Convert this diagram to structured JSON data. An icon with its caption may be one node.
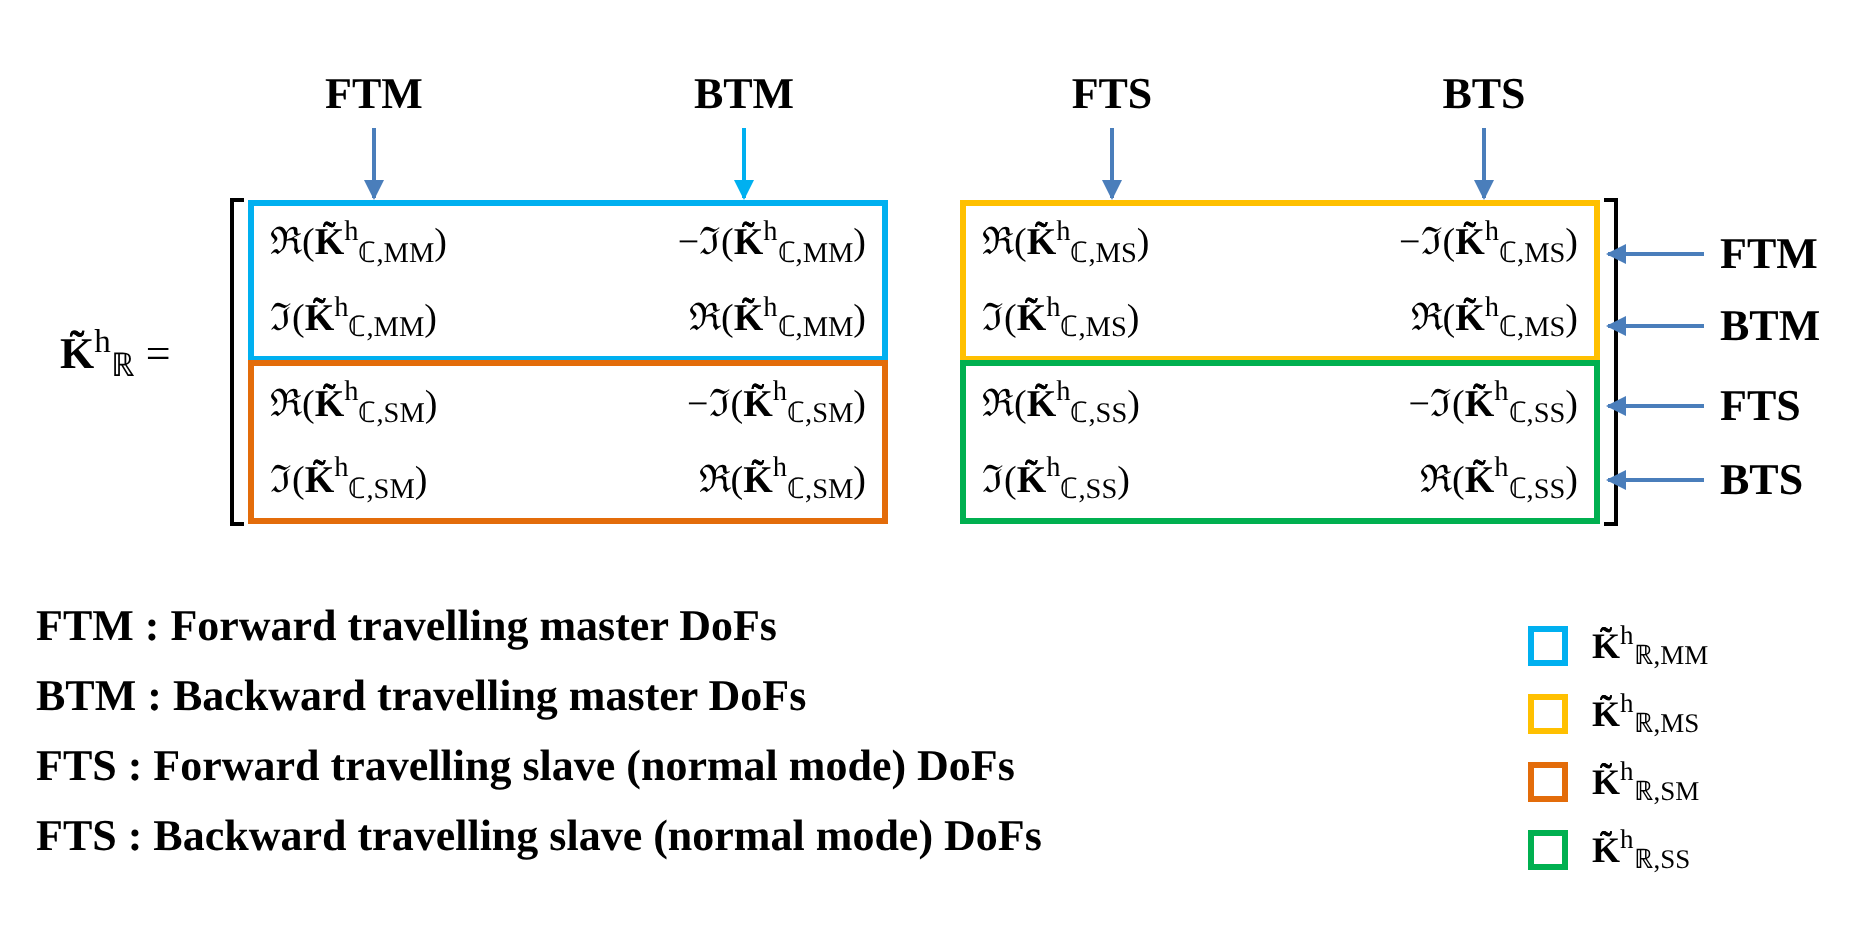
{
  "diagram": {
    "nodes": [
      {
        "text": [
          "FTM"
        ]
      },
      {
        "text": [
          "BTM"
        ]
      },
      {
        "text": [
          "FTS"
        ]
      },
      {
        "text": [
          "BTS"
        ]
      },
      {
        "text": [
          "ℜ(**K̃̃**$^{h}$$_{ℂ,MM}$)",
          "−ℑ(**K̃̃**$^{h}$$_{ℂ,MM}$)",
          "ℑ(**K̃̃**$^{h}$$_{ℂ,MM}$)",
          "ℜ(**K̃̃**$^{h}$$_{ℂ,MM}$)"
        ]
      },
      {
        "text": [
          "ℜ(**K̃̃**$^{h}$$_{ℂ,MS}$)",
          "−ℑ(**K̃̃**$^{h}$$_{ℂ,MS}$)",
          "ℑ(**K̃̃**$^{h}$$_{ℂ,MS}$)",
          "ℜ(**K̃̃**$^{h}$$_{ℂ,MS}$)"
        ]
      },
      {
        "text": [
          "ℜ(**K̃̃**$^{h}$$_{ℂ,SM}$)",
          "−ℑ(**K̃̃**$^{h}$$_{ℂ,SM}$)",
          "ℑ(**K̃̃**$^{h}$$_{ℂ,SM}$)",
          "ℜ(**K̃̃**$^{h}$$_{ℂ,SM}$)"
        ]
      },
      {
        "text": [
          "ℜ(**K̃̃**$^{h}$$_{ℂ,SS}$)",
          "−ℑ(**K̃̃**$^{h}$$_{ℂ,SS}$)",
          "ℑ(**K̃̃**$^{h}$$_{ℂ,SS}$)",
          "ℜ(**K̃̃**$^{h}$$_{ℂ,SS}$)"
        ]
      },
      {
        "text": [
          "FTM"
        ]
      },
      {
        "text": [
          "BTM"
        ]
      },
      {
        "text": [
          "FTS"
        ]
      },
      {
        "text": [
          "BTS"
        ]
      }
    ],
    "edges": [
      {
        "from": 0,
        "to": 4,
        "arrow": "to"
      },
      {
        "from": 1,
        "to": 4,
        "arrow": "to",
        "color": "#00b0f0"
      },
      {
        "from": 2,
        "to": 5,
        "arrow": "to"
      },
      {
        "from": 3,
        "to": 5,
        "arrow": "to"
      },
      {
        "from": 8,
        "to": 5,
        "arrow": "to"
      },
      {
        "from": 9,
        "to": 5,
        "arrow": "to"
      },
      {
        "from": 10,
        "to": 7,
        "arrow": "to"
      },
      {
        "from": 11,
        "to": 7,
        "arrow": "to"
      }
    ],
    "labels": [
      "**K̃̃**$^{h}$$_{ℝ}$ =",
      "FTM : Forward travelling master DoFs",
      "BTM : Backward travelling master DoFs",
      "FTS : Forward travelling slave (normal mode) DoFs",
      "FTS : Backward travelling slave (normal mode) DoFs"
    ],
    "legend": [
      {
        "text": "**K̃̃**$^{h}$$_{ℝ,MM}$",
        "color": "#00b0f0"
      },
      {
        "text": "**K̃̃**$^{h}$$_{ℝ,MS}$",
        "color": "#ffc000"
      },
      {
        "text": "**K̃̃**$^{h}$$_{ℝ,SM}$",
        "color": "#e36c0a"
      },
      {
        "text": "**K̃̃**$^{h}$$_{ℝ,SS}$",
        "color": "#00b050"
      }
    ]
  }
}
